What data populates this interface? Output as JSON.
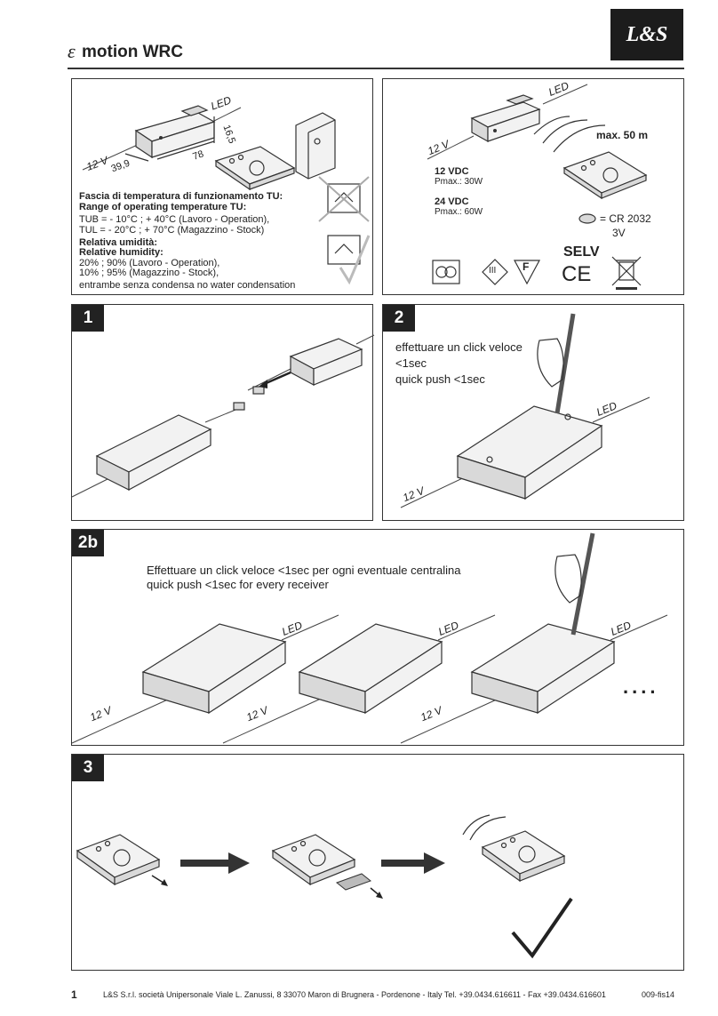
{
  "header": {
    "title_prefix": "ε",
    "title": "motion WRC",
    "logo_text": "L&S"
  },
  "spec_panel": {
    "led": "LED",
    "v12": "12 V",
    "dim_width": "39,9",
    "dim_length": "78",
    "dim_height": "16,5",
    "temp_title_it": "Fascia di temperatura di funzionamento TU:",
    "temp_title_en": "Range of operating temperature TU:",
    "tub": "TUB = - 10°C ; + 40°C (Lavoro - Operation),",
    "tul": "TUL = - 20°C ; + 70°C (Magazzino - Stock)",
    "humidity_it": "Relativa umidità:",
    "humidity_en": "Relative humidity:",
    "hum1": "20% ; 90% (Lavoro - Operation),",
    "hum2": "10% ; 95% (Magazzino - Stock),",
    "condensation": "entrambe senza condensa   no water condensation"
  },
  "power_panel": {
    "led": "LED",
    "v12": "12 V",
    "range": "max. 50 m",
    "v12dc": "12 VDC",
    "p12_label": "Pmax.",
    "p12_value": ": 30W",
    "v24dc": "24 VDC",
    "p24_label": "Pmax.",
    "p24_value": ": 60W",
    "battery": "= CR 2032",
    "battery_v": "3V",
    "selv": "SELV",
    "ce": "CE",
    "class3": "III",
    "f_mark": "F"
  },
  "steps": {
    "s1": {
      "num": "1"
    },
    "s2": {
      "num": "2",
      "text1": "effettuare un click veloce",
      "text2": "<1sec",
      "text3": "quick push <1sec",
      "led": "LED",
      "v12": "12 V"
    },
    "s2b": {
      "num": "2b",
      "text1": "Effettuare un click veloce <1sec per ogni eventuale centralina",
      "text2": "quick push <1sec for every receiver",
      "led": "LED",
      "v12": "12 V",
      "dots": "...."
    },
    "s3": {
      "num": "3"
    }
  },
  "footer": {
    "page": "1",
    "company": "L&S S.r.l. società Unipersonale Viale L. Zanussi, 8  33070 Maron di Brugnera - Pordenone - Italy  Tel. +39.0434.616611 - Fax +39.0434.616601",
    "code": "009-fis14"
  }
}
